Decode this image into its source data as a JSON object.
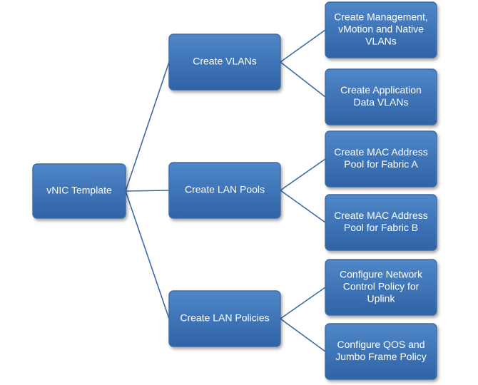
{
  "diagram": {
    "root": {
      "label": [
        "vNIC Template"
      ]
    },
    "branches": [
      {
        "label": [
          "Create VLANs"
        ],
        "children": [
          {
            "label": [
              "Create Management,",
              "vMotion and Native",
              "VLANs"
            ]
          },
          {
            "label": [
              "Create Application",
              "Data VLANs"
            ]
          }
        ]
      },
      {
        "label": [
          "Create LAN Pools"
        ],
        "children": [
          {
            "label": [
              "Create MAC Address",
              "Pool for Fabric A"
            ]
          },
          {
            "label": [
              "Create MAC Address",
              "Pool for Fabric B"
            ]
          }
        ]
      },
      {
        "label": [
          "Create LAN Policies"
        ],
        "children": [
          {
            "label": [
              "Configure Network",
              "Control Policy for",
              "Uplink"
            ]
          },
          {
            "label": [
              "Configure QOS and",
              "Jumbo Frame Policy"
            ]
          }
        ]
      }
    ]
  },
  "colors": {
    "box_top": "#4f87c8",
    "box_bottom": "#2f63a6",
    "box_border": "#3f6aa0",
    "connector": "#3d6aa6",
    "text": "#ffffff"
  }
}
